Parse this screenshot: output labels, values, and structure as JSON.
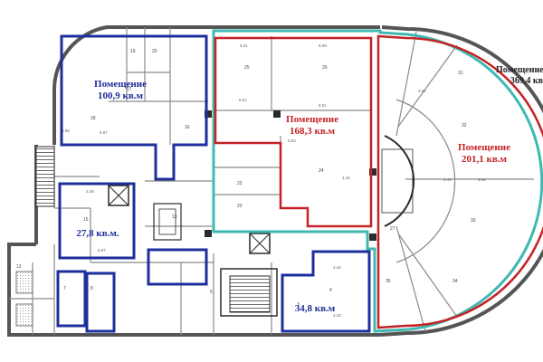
{
  "colors": {
    "wall": "#555555",
    "room_line": "#8a8a8a",
    "blue_outline": "#1e2f9b",
    "red_outline": "#c42226",
    "teal_outline": "#3fb8b2",
    "hatch": "#2b2b2b"
  },
  "premises": [
    {
      "id": "p1",
      "word": "Помещение",
      "area": "100,9 кв.м",
      "color": "blue"
    },
    {
      "id": "p2",
      "word": "",
      "area": "27,8 кв.м.",
      "color": "blue"
    },
    {
      "id": "p3",
      "word": "",
      "area": "34,8 кв.м",
      "color": "blue"
    },
    {
      "id": "p4",
      "word": "Помещение",
      "area": "168,3 кв.м",
      "color": "red"
    },
    {
      "id": "p5",
      "word": "Помещение",
      "area": "201,1 кв.м",
      "color": "red"
    },
    {
      "id": "p6",
      "word": "Помещение",
      "area": "369,4 кв",
      "color": "dark"
    }
  ]
}
